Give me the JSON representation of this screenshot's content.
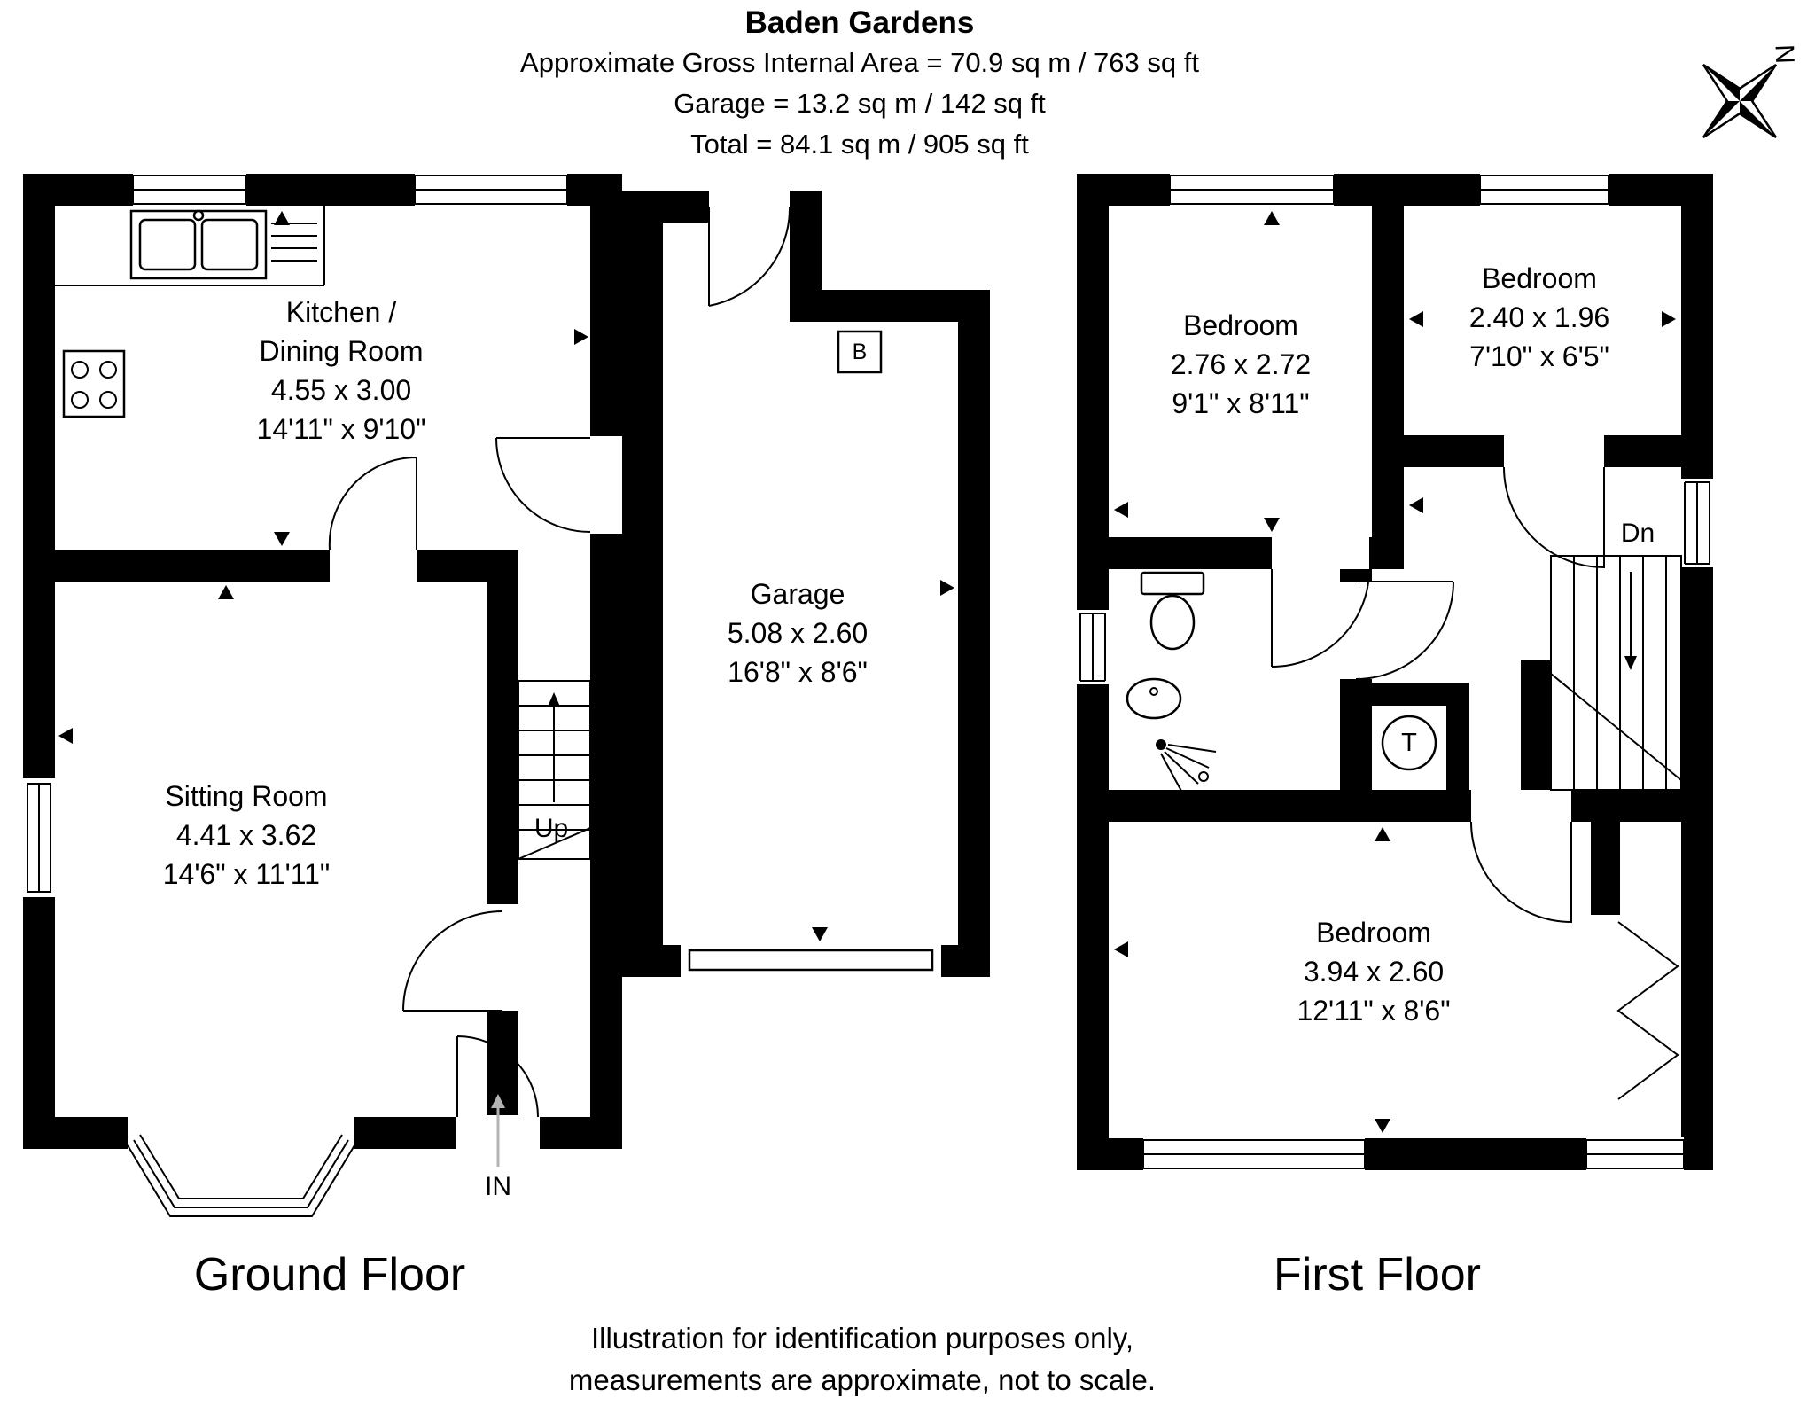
{
  "header": {
    "title": "Baden Gardens",
    "area_line": "Approximate Gross Internal Area = 70.9 sq m / 763 sq ft",
    "garage_line": "Garage = 13.2 sq m / 142 sq ft",
    "total_line": "Total = 84.1 sq m / 905 sq ft"
  },
  "compass": {
    "north_label": "N"
  },
  "colors": {
    "walls": "#000000",
    "background": "#ffffff",
    "entry_arrow": "#b3b3b3"
  },
  "ground_floor": {
    "title": "Ground Floor",
    "kitchen": {
      "name_line1": "Kitchen /",
      "name_line2": "Dining Room",
      "size_metric": "4.55 x 3.00",
      "size_imperial": "14'11\" x 9'10\""
    },
    "sitting_room": {
      "name": "Sitting Room",
      "size_metric": "4.41 x 3.62",
      "size_imperial": "14'6\" x 11'11\""
    },
    "garage": {
      "name": "Garage",
      "size_metric": "5.08 x 2.60",
      "size_imperial": "16'8\" x 8'6\""
    },
    "labels": {
      "up": "Up",
      "entrance": "IN",
      "boiler": "B"
    }
  },
  "first_floor": {
    "title": "First Floor",
    "bedroom1": {
      "name": "Bedroom",
      "size_metric": "2.76 x 2.72",
      "size_imperial": "9'1\" x 8'11\""
    },
    "bedroom2": {
      "name": "Bedroom",
      "size_metric": "2.40 x 1.96",
      "size_imperial": "7'10\" x 6'5\""
    },
    "bedroom3": {
      "name": "Bedroom",
      "size_metric": "3.94 x 2.60",
      "size_imperial": "12'11\" x 8'6\""
    },
    "labels": {
      "down": "Dn",
      "tank": "T"
    }
  },
  "footer": {
    "line1": "Illustration for identification purposes only,",
    "line2": "measurements are approximate, not to scale."
  }
}
